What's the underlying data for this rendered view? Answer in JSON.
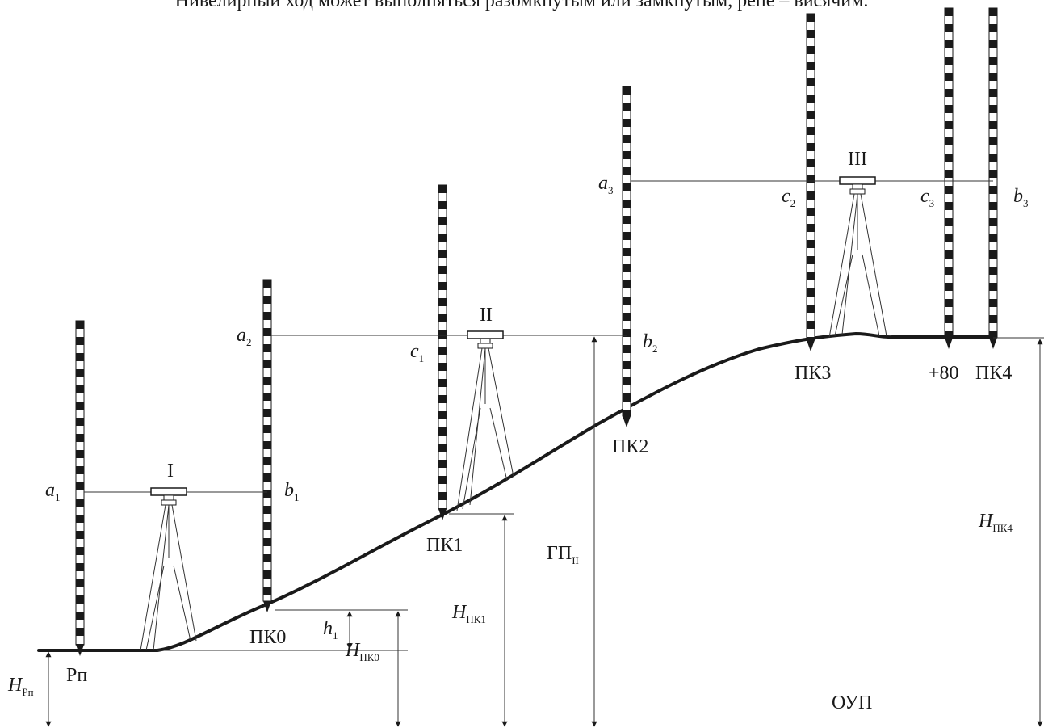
{
  "header_text": "Нивелирный ход может выполняться разомкнутым или замкнутым, репе – висячим.",
  "stations": [
    "I",
    "II",
    "III"
  ],
  "points": {
    "rp": "Рп",
    "pk0": "ПК0",
    "pk1": "ПК1",
    "pk2": "ПК2",
    "pk3": "ПК3",
    "plus80": "+80",
    "pk4": "ПК4"
  },
  "readings": [
    {
      "base": "a",
      "sub": "1"
    },
    {
      "base": "b",
      "sub": "1"
    },
    {
      "base": "a",
      "sub": "2"
    },
    {
      "base": "c",
      "sub": "1"
    },
    {
      "base": "b",
      "sub": "2"
    },
    {
      "base": "a",
      "sub": "3"
    },
    {
      "base": "c",
      "sub": "2"
    },
    {
      "base": "c",
      "sub": "3"
    },
    {
      "base": "b",
      "sub": "3"
    }
  ],
  "heights": {
    "h1": {
      "base": "h",
      "sub": "1"
    },
    "h_rp": {
      "base": "H",
      "sub": "Рп"
    },
    "h_pk0": {
      "base": "H",
      "sub": "ПК0"
    },
    "h_pk1": {
      "base": "H",
      "sub": "ПК1"
    },
    "gp": {
      "base": "ГП",
      "sub": "II"
    },
    "h_pk4": {
      "base": "H",
      "sub": "ПК4"
    }
  },
  "datum": "ОУП"
}
